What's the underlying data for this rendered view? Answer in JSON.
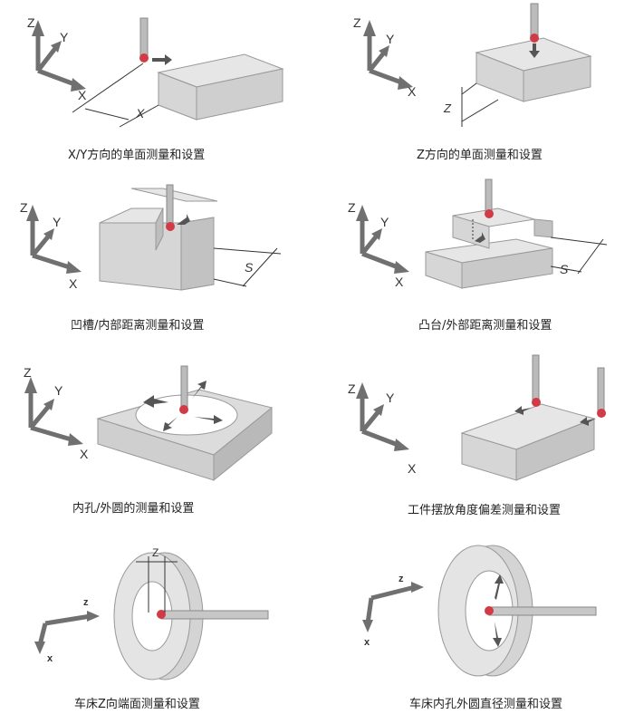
{
  "captions": [
    "X/Y方向的单面测量和设置",
    "Z方向的单面测量和设置",
    "凹槽/内部距离测量和设置",
    "凸台/外部距离测量和设置",
    "内孔/外圆的测量和设置",
    "工件摆放角度偏差测量和设置",
    "车床Z向端面测量和设置",
    "车床内孔外圆直径测量和设置"
  ],
  "axis_labels": {
    "x": "X",
    "y": "Y",
    "z": "Z",
    "lathe_x": "x",
    "lathe_z": "z"
  },
  "dimension_labels": {
    "x": "X",
    "z": "Z",
    "s": "S"
  },
  "colors": {
    "block_top": "#e6e6e6",
    "block_front": "#cfcfcf",
    "block_side": "#b7b7b7",
    "probe_tip": "#d23a45",
    "axis": "#6e6e6e",
    "arrow": "#555555"
  }
}
